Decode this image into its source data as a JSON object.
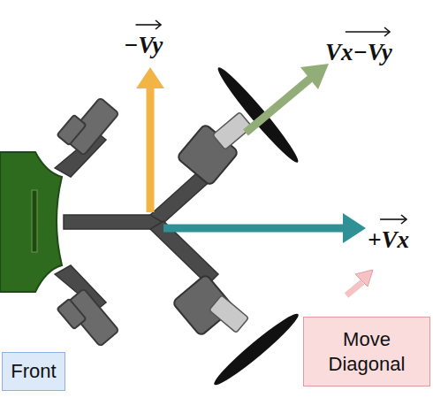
{
  "diagram": {
    "nodes": [
      {
        "text": [
          "Front"
        ]
      },
      {
        "text": [
          "Move Diagonal"
        ]
      }
    ],
    "labels": [
      "−Vy",
      "Vx−Vy",
      "+Vx"
    ]
  }
}
